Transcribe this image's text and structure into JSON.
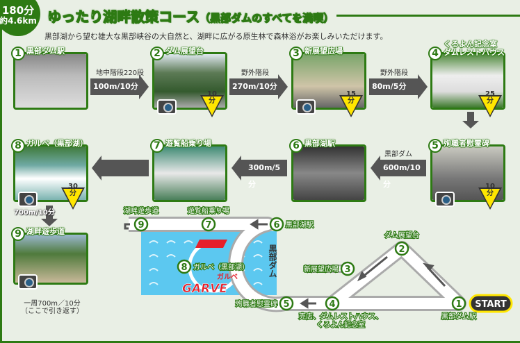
{
  "header": {
    "duration": "180分",
    "distance": "約4.6km",
    "title": "ゆったり湖畔散策コース",
    "subtitle": "（黒部ダムのすべてを満喫）",
    "lead": "黒部湖から望む雄大な黒部峡谷の大自然と、湖畔に広がる原生林で森林浴がお楽しみいただけます。"
  },
  "stops": [
    {
      "num": "1",
      "name": "黒部ダム駅",
      "time": "",
      "camera": false
    },
    {
      "num": "2",
      "name": "ダム展望台",
      "time": "10分",
      "camera": true
    },
    {
      "num": "3",
      "name": "新展望広場",
      "time": "15分",
      "camera": true
    },
    {
      "num": "4",
      "name": "くろよん記念室\nダムレストハウス",
      "time": "25分",
      "camera": false
    },
    {
      "num": "5",
      "name": "殉職者慰霊碑",
      "time": "10分",
      "camera": true
    },
    {
      "num": "6",
      "name": "黒部湖駅",
      "time": "",
      "camera": false
    },
    {
      "num": "7",
      "name": "遊覧船乗り場",
      "time": "",
      "camera": false
    },
    {
      "num": "8",
      "name": "ガルベ（黒部湖）",
      "time": "30分",
      "camera": true
    },
    {
      "num": "9",
      "name": "湖畔遊歩道",
      "time": "",
      "camera": true
    }
  ],
  "legs": [
    {
      "label": "地中階段220段",
      "dist": "100m/10分"
    },
    {
      "label": "野外階段",
      "dist": "270m/10分"
    },
    {
      "label": "野外階段",
      "dist": "80m/5分"
    },
    {
      "label": "黒部ダム",
      "dist": "600m/10分"
    },
    {
      "label": "",
      "dist": "300m/5分"
    },
    {
      "label": "",
      "dist": ""
    },
    {
      "label": "",
      "dist": "700m/10分"
    }
  ],
  "loop_note": "一周700m／10分\n（ここで引き返す）",
  "map": {
    "p1": "黒部ダム駅",
    "p2": "ダム展望台",
    "p3": "新展望広場",
    "p4": "売店、ダムレストハウス、\nくろよん記念室",
    "p5": "殉職者慰霊碑",
    "p6": "黒部湖駅",
    "p7": "遊覧船乗り場",
    "p8": "ガルベ（黒部湖）",
    "p9": "湖畔遊歩道",
    "dam": "黒部ダム",
    "start": "START",
    "logo": "GARVE",
    "logo_kana": "ガルベ"
  },
  "colors": {
    "green": "#2d7a13",
    "yellow": "#ffe600",
    "water": "#5cc8f0"
  }
}
